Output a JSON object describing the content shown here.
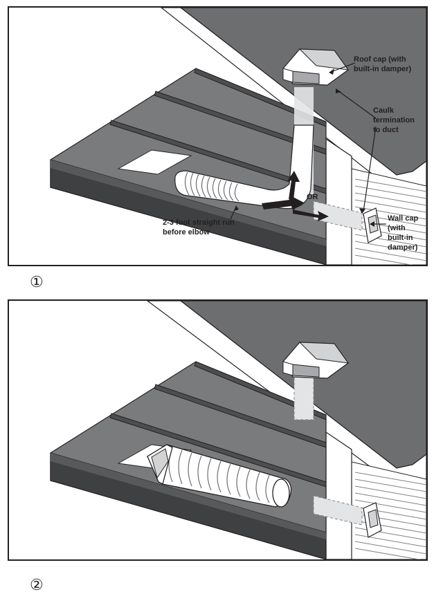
{
  "figure1": {
    "number": "①",
    "labels": {
      "roof_cap": [
        "Roof cap (with",
        "built-in damper)"
      ],
      "caulk": [
        "Caulk",
        "termination",
        "to duct"
      ],
      "or": "OR",
      "straight_run": [
        "2-3 foot straight run",
        "before elbow"
      ],
      "wall_cap": [
        "Wall cap",
        "(with",
        "built-in",
        "damper)"
      ]
    }
  },
  "figure2": {
    "number": "②"
  },
  "colors": {
    "roof": "#6d6e70",
    "roof_dark": "#58595b",
    "ceiling": "#7a7b7d",
    "fascia": "#3f4042",
    "outline": "#231f20",
    "duct": "#e3e4e5"
  }
}
